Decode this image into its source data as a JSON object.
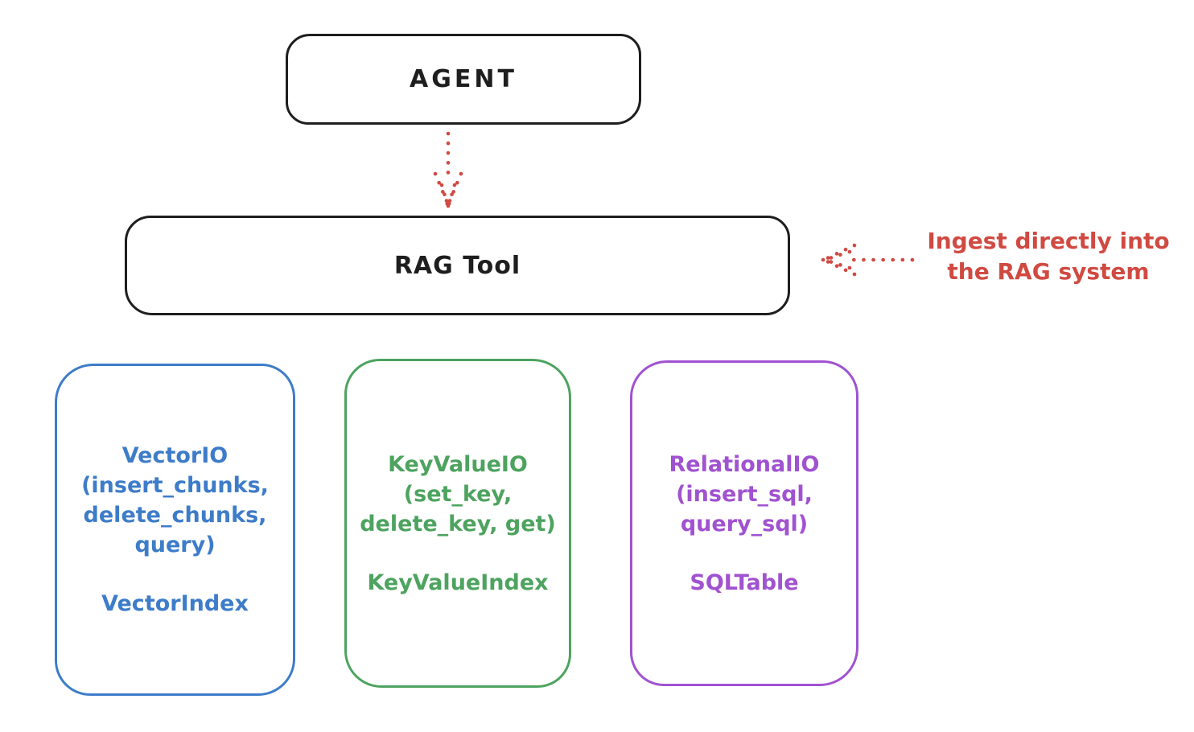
{
  "canvas": {
    "background": "#ffffff"
  },
  "colors": {
    "ink": "#1e1e1e",
    "red": "#d04a42",
    "blue": "#3d7cc9",
    "green": "#4da35f",
    "purple": "#a052d0"
  },
  "agent_box": {
    "label": "AGENT"
  },
  "rag_tool_box": {
    "label": "RAG Tool"
  },
  "ingest_annotation": {
    "line1": "Ingest directly into",
    "line2": "the RAG system"
  },
  "io_boxes": [
    {
      "name": "vector-io",
      "color": "#3d7cc9",
      "lines": [
        "VectorIO",
        "(insert_chunks,",
        "delete_chunks,",
        "query)"
      ],
      "index_label": "VectorIndex"
    },
    {
      "name": "keyvalue-io",
      "color": "#4da35f",
      "lines": [
        "KeyValueIO",
        "(set_key,",
        "delete_key, get)"
      ],
      "index_label": "KeyValueIndex"
    },
    {
      "name": "relational-io",
      "color": "#a052d0",
      "lines": [
        "RelationalIO",
        "(insert_sql,",
        "query_sql)"
      ],
      "index_label": "SQLTable"
    }
  ]
}
